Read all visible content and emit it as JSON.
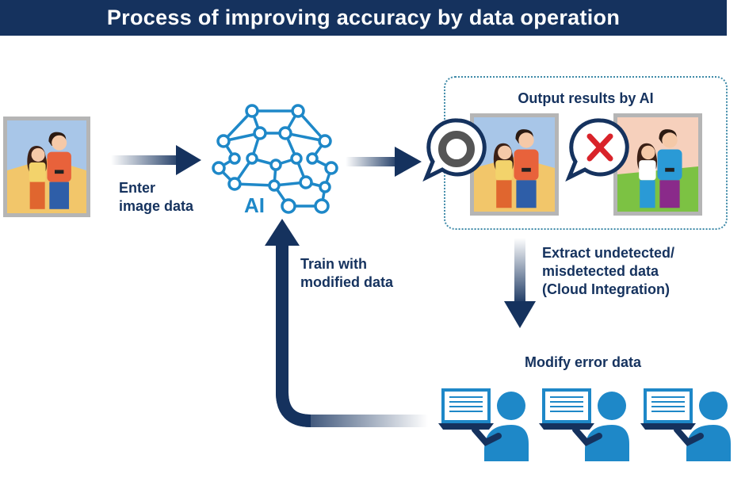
{
  "title": "Process of improving accuracy by data operation",
  "ai_label": "AI",
  "labels": {
    "enter_line1": "Enter",
    "enter_line2": "image data",
    "output_title": "Output results by AI",
    "extract_line1": "Extract undetected/",
    "extract_line2": "misdetected data",
    "extract_line3": "(Cloud Integration)",
    "modify": "Modify error data",
    "train_line1": "Train with",
    "train_line2": "modified data"
  },
  "icons": [
    "photo-icon",
    "neural-network-icon",
    "correct-circle-icon",
    "incorrect-cross-icon",
    "operator-computer-icon"
  ],
  "colors": {
    "navy": "#15325e",
    "accent_blue": "#1e88c8",
    "correct": "#555555",
    "incorrect": "#d9232a"
  }
}
